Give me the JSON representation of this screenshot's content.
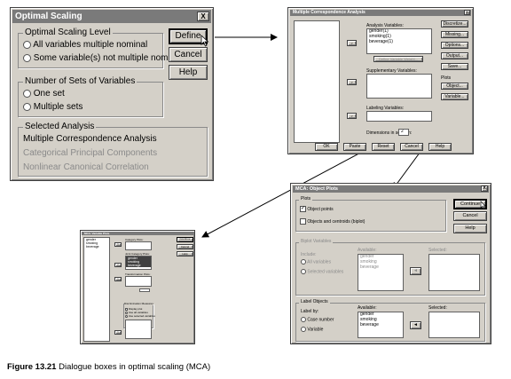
{
  "optimal_scaling": {
    "title": "Optimal Scaling",
    "level_group": "Optimal Scaling Level",
    "level_opt1": "All variables multiple nominal",
    "level_opt2": "Some variable(s) not multiple nominal",
    "sets_group": "Number of Sets of Variables",
    "sets_opt1": "One set",
    "sets_opt2": "Multiple sets",
    "analysis_group": "Selected Analysis",
    "analysis_1": "Multiple Correspondence Analysis",
    "analysis_2": "Categorical Principal Components",
    "analysis_3": "Nonlinear Canonical Correlation",
    "define": "Define",
    "cancel": "Cancel",
    "help": "Help",
    "close": "X"
  },
  "mca": {
    "title": "Multiple Correspondence Analysis",
    "analysis_label": "Analysis Variables:",
    "analysis_items": [
      "gender(1)",
      "smoking(1)",
      "beverage(1)"
    ],
    "define_weight": "Define Variable Weight...",
    "supp_label": "Supplementary Variables:",
    "labeling_label": "Labeling Variables:",
    "dim_label": "Dimensions in solution:",
    "dim_value": "2",
    "btn_discretize": "Discretize...",
    "btn_missing": "Missing...",
    "btn_options": "Options...",
    "btn_output": "Output...",
    "btn_save": "Save...",
    "plots_label": "Plots",
    "btn_object": "Object...",
    "btn_variable": "Variable...",
    "ok": "OK",
    "paste": "Paste",
    "reset": "Reset",
    "cancel": "Cancel",
    "help": "Help",
    "close": "X"
  },
  "var_plots": {
    "title": "MCA: Variable Plots",
    "vars": [
      "gender",
      "smoking",
      "beverage"
    ],
    "cat_plots": "Category Plots:",
    "joint_plots": "Joint Category Plots:",
    "joint_items": [
      "gender",
      "smoking",
      "beverage"
    ],
    "transform_plots": "Transformation Plots:",
    "discrim_label": "Discrimination Measures",
    "discrim_opt1": "Display plot",
    "discrim_opt2": "Use all variables",
    "discrim_opt3": "Use selected variables",
    "continue": "Continue",
    "cancel": "Cancel",
    "help": "Help"
  },
  "obj_plots": {
    "title": "MCA: Object Plots",
    "plots_group": "Plots",
    "chk_object_points": "Object points",
    "chk_objects_centroids": "Objects and centroids (biplot)",
    "biplot_group": "Biplot Variables",
    "include_label": "Include:",
    "include_opt1": "All variables",
    "include_opt2": "Selected variables",
    "available_label": "Available:",
    "selected_label": "Selected:",
    "biplot_available": [
      "gender",
      "smoking",
      "beverage"
    ],
    "label_group": "Label Objects",
    "label_by": "Label by:",
    "label_opt1": "Case number",
    "label_opt2": "Variable",
    "label_available": "Available:",
    "label_selected": "Selected:",
    "label_items": [
      "gender",
      "smoking",
      "beverage"
    ],
    "continue": "Continue",
    "cancel": "Cancel",
    "help": "Help",
    "close": "X"
  },
  "caption": {
    "label": "Figure 13.21",
    "text": "Dialogue boxes in optimal scaling (MCA)"
  }
}
